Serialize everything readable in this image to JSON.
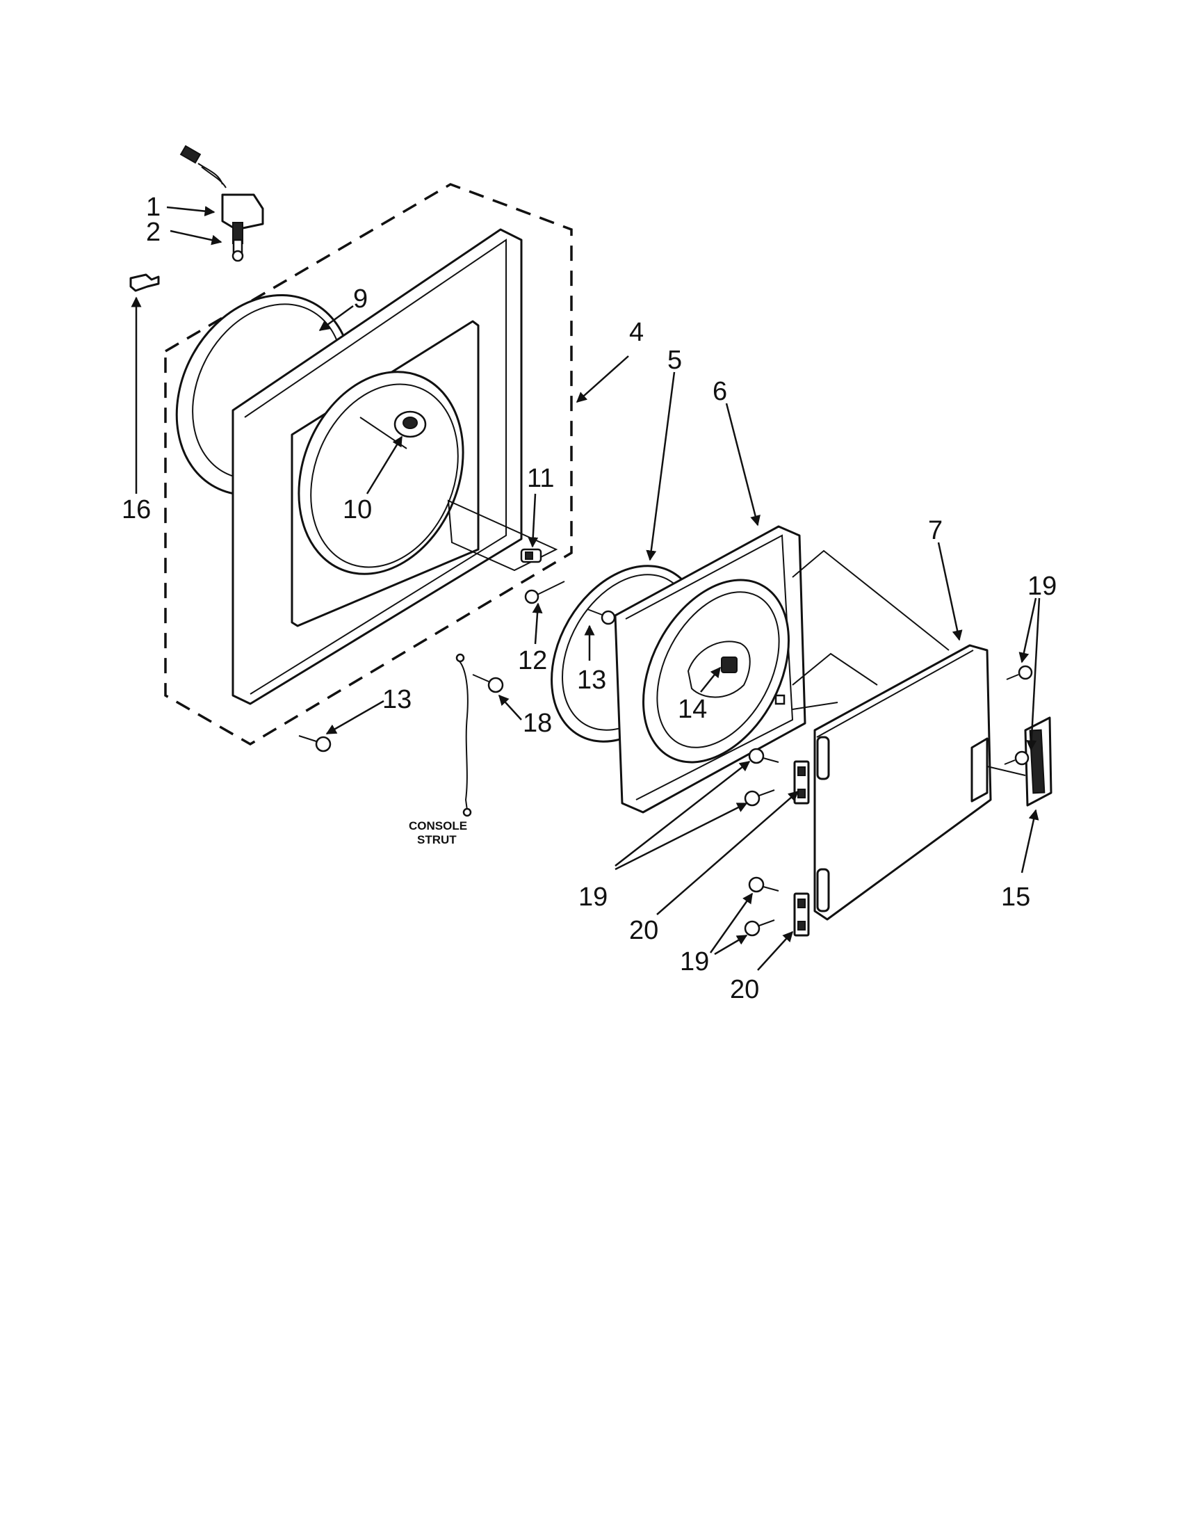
{
  "diagram": {
    "callouts": [
      "1",
      "2",
      "4",
      "5",
      "6",
      "7",
      "9",
      "10",
      "11",
      "12",
      "13",
      "13",
      "14",
      "15",
      "16",
      "18",
      "19",
      "19",
      "19",
      "20",
      "20"
    ],
    "note": [
      "CONSOLE",
      "STRUT"
    ]
  }
}
